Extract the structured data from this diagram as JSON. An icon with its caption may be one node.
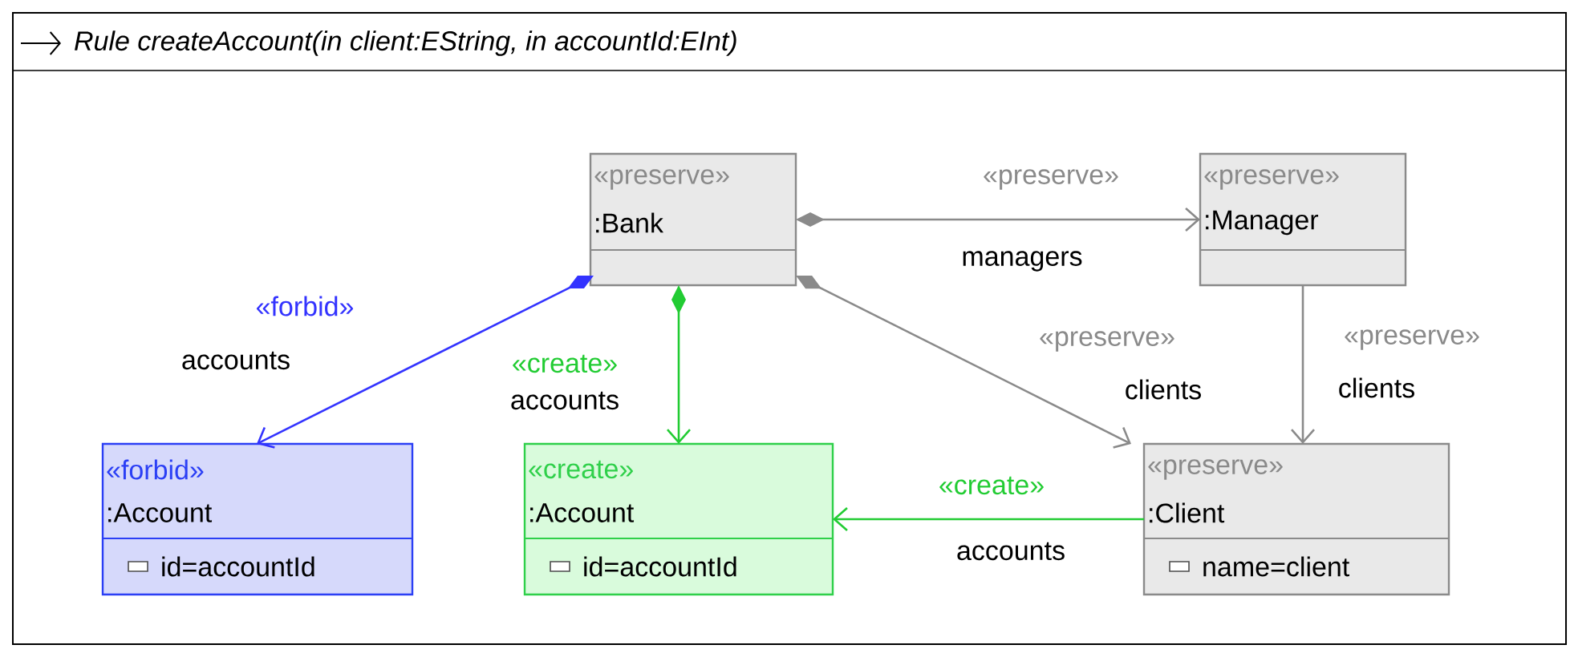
{
  "diagram": {
    "nodes": [
      {
        "text": [
          "Rule createAccount(in client:EString, in accountId:EInt)"
        ]
      },
      {
        "text": [
          "«preserve»",
          ":Bank"
        ],
        "in": 0
      },
      {
        "text": [
          "«preserve»",
          ":Manager"
        ],
        "in": 0
      },
      {
        "text": [
          "«forbid»",
          ":Account",
          "id=accountId"
        ],
        "in": 0
      },
      {
        "text": [
          "«create»",
          ":Account",
          "id=accountId"
        ],
        "in": 0
      },
      {
        "text": [
          "«preserve»",
          ":Client",
          "name=client"
        ],
        "in": 0
      }
    ],
    "edges": [
      {
        "from": 1,
        "to": 2,
        "arrow": "to",
        "label": "«preserve»"
      },
      {
        "from": 1,
        "to": 3,
        "arrow": "to",
        "label": "«forbid»",
        "color": "#3333ff"
      },
      {
        "from": 1,
        "to": 4,
        "arrow": "to",
        "label": "«create»",
        "color": "#22cc33"
      },
      {
        "from": 1,
        "to": 5,
        "arrow": "to",
        "label": "«preserve»"
      },
      {
        "from": 2,
        "to": 5,
        "arrow": "to",
        "label": "«preserve»"
      },
      {
        "from": 5,
        "to": 4,
        "arrow": "to",
        "label": "«create»",
        "color": "#22cc33"
      }
    ],
    "labels": [
      "managers",
      "accounts",
      "accounts",
      "clients",
      "clients",
      "accounts"
    ]
  }
}
